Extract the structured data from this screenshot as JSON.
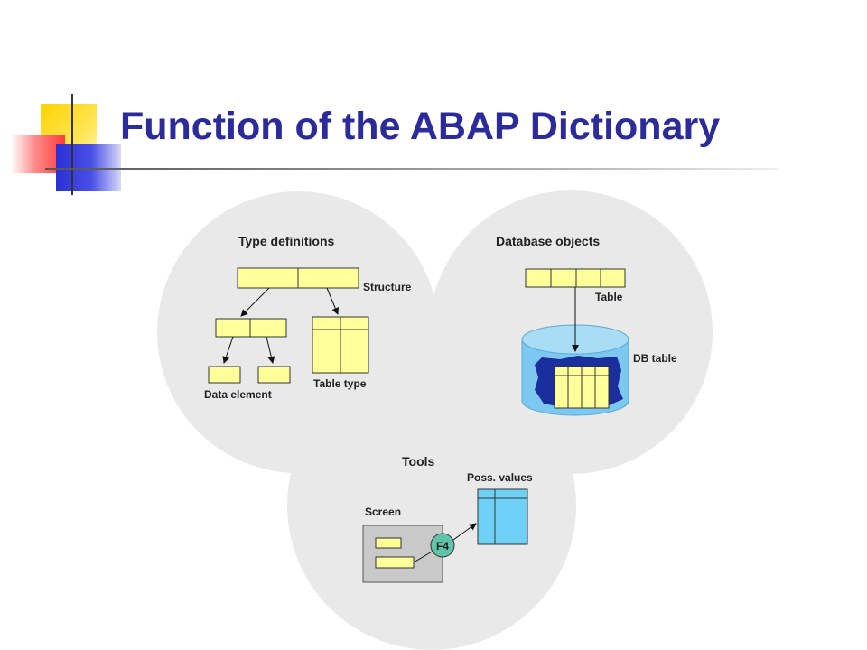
{
  "slide": {
    "title": "Function of the ABAP Dictionary"
  },
  "diagram": {
    "type_definitions": {
      "heading": "Type definitions",
      "structure_label": "Structure",
      "data_element_label": "Data element",
      "table_type_label": "Table type"
    },
    "database_objects": {
      "heading": "Database objects",
      "table_label": "Table",
      "db_table_label": "DB table"
    },
    "tools": {
      "heading": "Tools",
      "poss_values_label": "Poss. values",
      "screen_label": "Screen",
      "f4_label": "F4"
    }
  },
  "colors": {
    "title": "#2b2b9c",
    "circle_fill": "#e9e9e9",
    "box_yellow": "#ffff99",
    "db_blue": "#7cc8f0",
    "db_dark": "#1a2e9c",
    "tool_blue": "#6fd0f5",
    "f4_green": "#5fc4a8"
  }
}
